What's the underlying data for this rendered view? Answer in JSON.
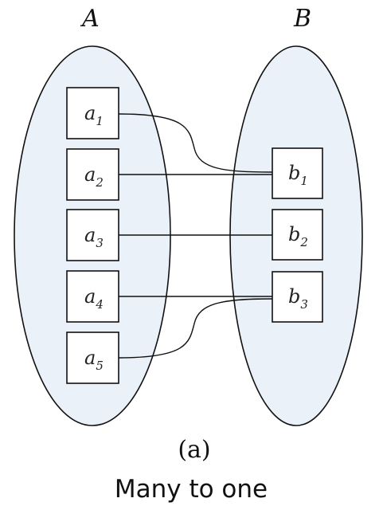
{
  "sets": {
    "A": {
      "title": "A",
      "elements": [
        {
          "letter": "a",
          "sub": "1"
        },
        {
          "letter": "a",
          "sub": "2"
        },
        {
          "letter": "a",
          "sub": "3"
        },
        {
          "letter": "a",
          "sub": "4"
        },
        {
          "letter": "a",
          "sub": "5"
        }
      ]
    },
    "B": {
      "title": "B",
      "elements": [
        {
          "letter": "b",
          "sub": "1"
        },
        {
          "letter": "b",
          "sub": "2"
        },
        {
          "letter": "b",
          "sub": "3"
        }
      ]
    }
  },
  "mappings": [
    {
      "from": "a1",
      "to": "b1"
    },
    {
      "from": "a2",
      "to": "b1"
    },
    {
      "from": "a3",
      "to": "b2"
    },
    {
      "from": "a4",
      "to": "b3"
    },
    {
      "from": "a5",
      "to": "b3"
    }
  ],
  "panel_label": "(a)",
  "caption": "Many to one",
  "colors": {
    "set_fill": "#eaf1f8",
    "stroke": "#111111"
  }
}
